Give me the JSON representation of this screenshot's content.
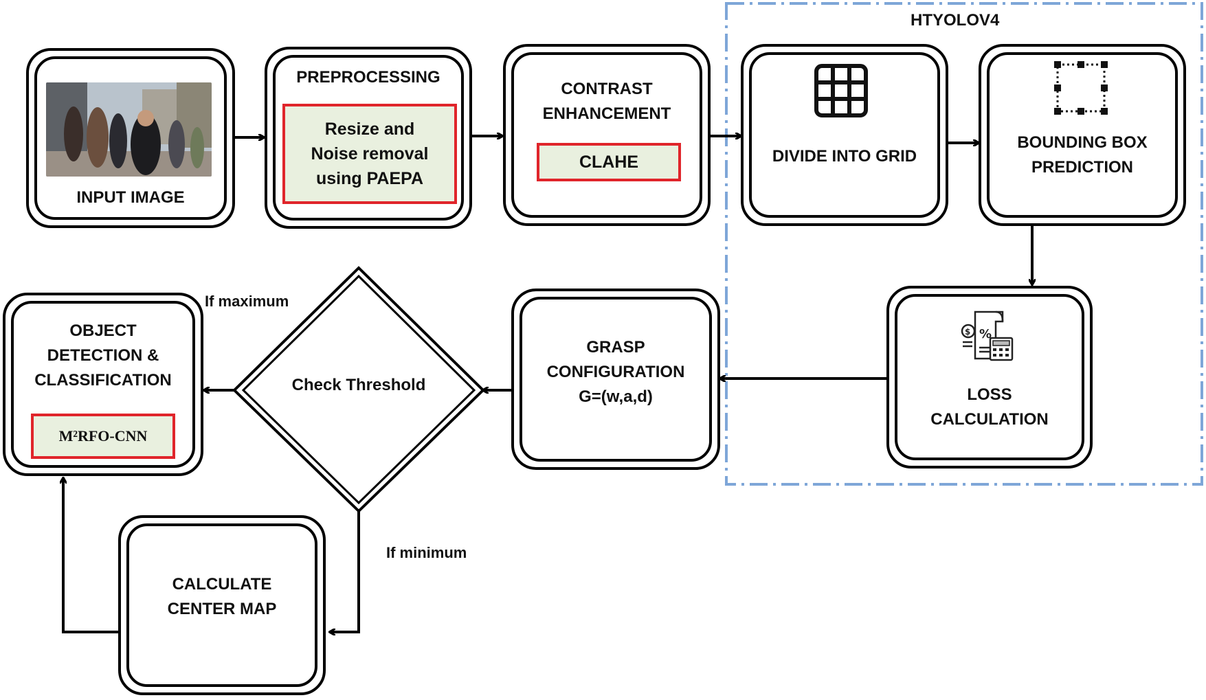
{
  "group": {
    "label": "HTYOLOV4",
    "border_color": "#7ea6d8"
  },
  "nodes": {
    "input_image": {
      "label": "INPUT IMAGE"
    },
    "preprocessing": {
      "label": "PREPROCESSING",
      "method_lines": [
        "Resize and",
        "Noise removal",
        "using PAEPA"
      ]
    },
    "contrast": {
      "label_lines": [
        "CONTRAST",
        "ENHANCEMENT"
      ],
      "method": "CLAHE"
    },
    "grid": {
      "label": "DIVIDE INTO GRID",
      "icon": "grid-icon"
    },
    "bbox": {
      "label_lines": [
        "BOUNDING BOX",
        "PREDICTION"
      ],
      "icon": "bounding-box-icon"
    },
    "loss": {
      "label_lines": [
        "LOSS",
        "CALCULATION"
      ],
      "icon": "calculator-receipt-icon"
    },
    "grasp": {
      "label_lines": [
        "GRASP",
        "CONFIGURATION",
        "G=(w,a,d)"
      ]
    },
    "threshold": {
      "label": "Check Threshold"
    },
    "detection": {
      "label_lines": [
        "OBJECT",
        "DETECTION &",
        "CLASSIFICATION"
      ],
      "method": "M²RFO-CNN"
    },
    "center_map": {
      "label_lines": [
        "CALCULATE",
        "CENTER MAP"
      ]
    }
  },
  "edge_labels": {
    "if_maximum": "If maximum",
    "if_minimum": "If minimum"
  },
  "colors": {
    "highlight_border": "#e0252b",
    "highlight_fill": "#e9f0df",
    "line": "#000000"
  }
}
